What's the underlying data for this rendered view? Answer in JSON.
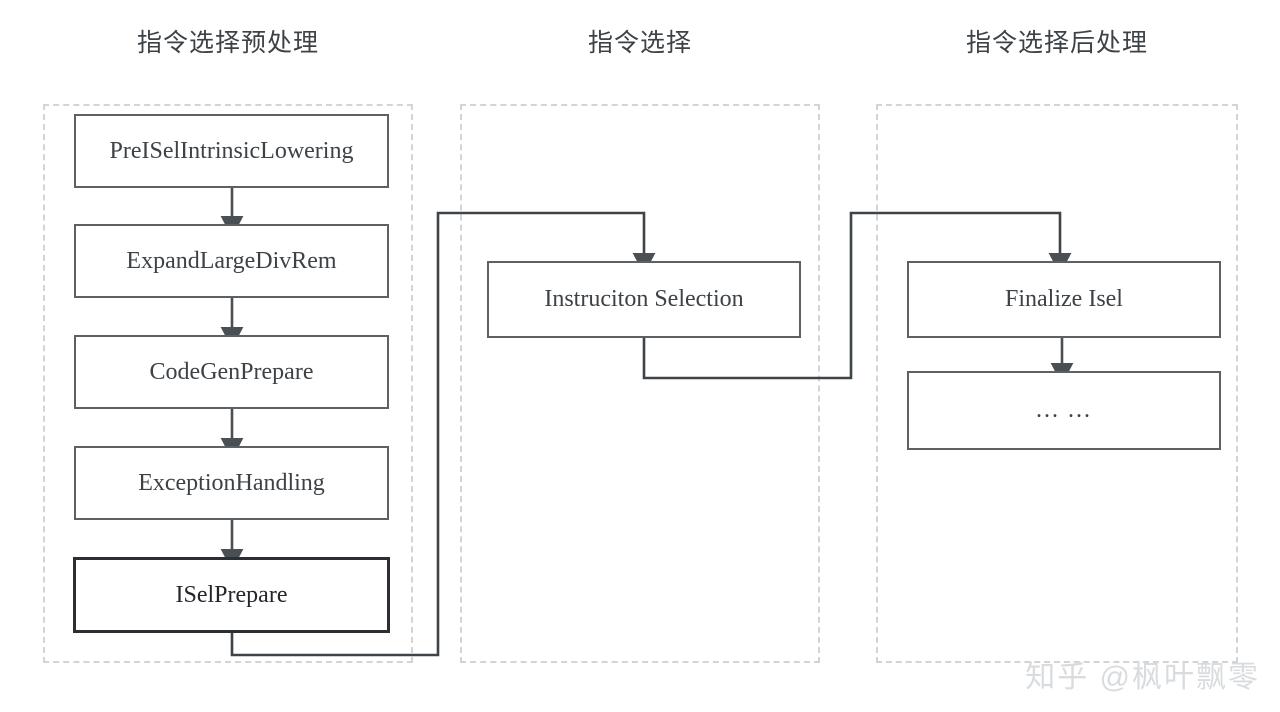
{
  "columns": [
    {
      "id": "pre-isel",
      "title": "指令选择预处理"
    },
    {
      "id": "isel",
      "title": "指令选择"
    },
    {
      "id": "post-isel",
      "title": "指令选择后处理"
    }
  ],
  "nodes": {
    "preisel_intrinsic_lowering": "PreISelIntrinsicLowering",
    "expand_large_div_rem": "ExpandLargeDivRem",
    "codegen_prepare": "CodeGenPrepare",
    "exception_handling": "ExceptionHandling",
    "isel_prepare": "ISelPrepare",
    "instruction_selection": "Instruciton Selection",
    "finalize_isel": "Finalize Isel",
    "ellipsis": "... ..."
  },
  "colors": {
    "node_border": "#5c6166",
    "node_border_emphasis": "#2b2f33",
    "group_border": "#d2d4d6",
    "connector": "#3f4448",
    "text": "#3d4247",
    "background": "#ffffff",
    "watermark": "#d9dcdf"
  },
  "watermark": "知乎 @枫叶飘零"
}
